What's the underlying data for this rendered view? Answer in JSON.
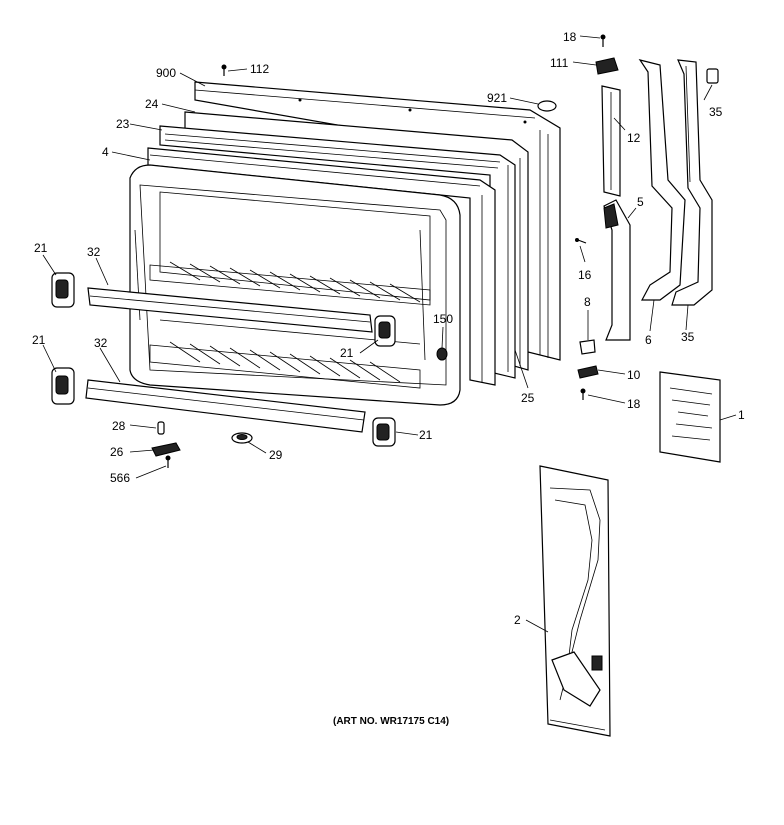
{
  "figure": {
    "art_number": "(ART NO. WR17175 C14)"
  },
  "callouts": {
    "c18_top": "18",
    "c111": "111",
    "c12": "12",
    "c6": "6",
    "c35_top": "35",
    "c35_bottom": "35",
    "c900": "900",
    "c112": "112",
    "c24": "24",
    "c921": "921",
    "c23": "23",
    "c4": "4",
    "c5": "5",
    "c16": "16",
    "c8": "8",
    "c10": "10",
    "c18_bottom": "18",
    "c1": "1",
    "c21_a": "21",
    "c21_b": "21",
    "c21_c": "21",
    "c21_d": "21",
    "c32_a": "32",
    "c32_b": "32",
    "c150": "150",
    "c25": "25",
    "c28": "28",
    "c26": "26",
    "c566": "566",
    "c29": "29",
    "c2": "2"
  }
}
